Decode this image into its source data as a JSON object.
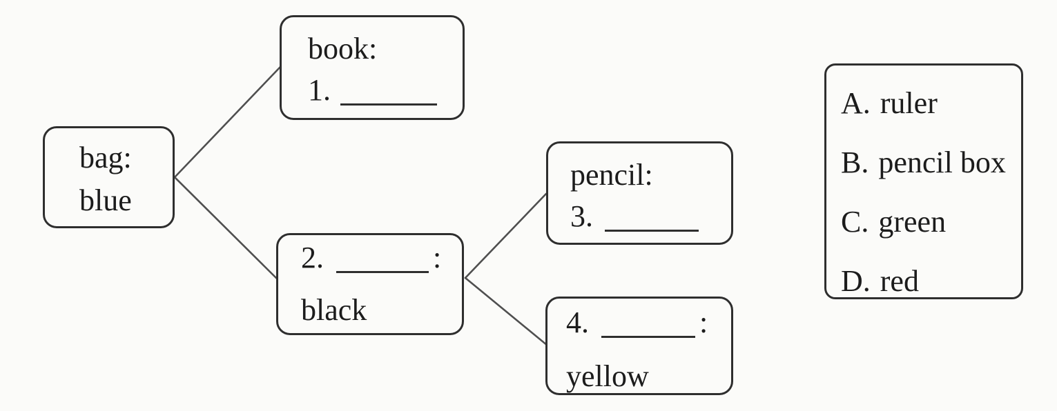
{
  "diagram": {
    "bag_box": {
      "line1": "bag:",
      "line2": "blue"
    },
    "book_box": {
      "line1": "book:",
      "item_number": "1."
    },
    "middle_box": {
      "item_number": "2.",
      "colon": ":",
      "line2": "black"
    },
    "pencil_box": {
      "line1": "pencil:",
      "item_number": "3."
    },
    "yellow_box": {
      "item_number": "4.",
      "colon": ":",
      "line2": "yellow"
    },
    "options_box": {
      "options": [
        {
          "letter": "A.",
          "text": "ruler"
        },
        {
          "letter": "B.",
          "text": "pencil box"
        },
        {
          "letter": "C.",
          "text": "green"
        },
        {
          "letter": "D.",
          "text": "red"
        }
      ]
    }
  },
  "colors": {
    "ink": "#1c1c1c",
    "border": "#2e2e2e",
    "connector": "#4f4f4f",
    "background": "#fbfbf9"
  }
}
